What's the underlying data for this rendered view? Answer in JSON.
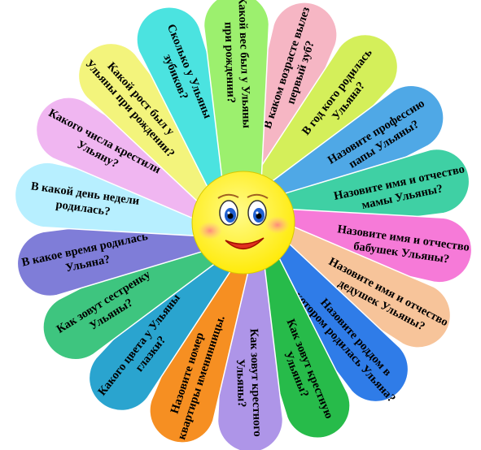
{
  "petals": [
    {
      "lines": [
        "В каком возрасте вылез",
        "первый зуб?"
      ],
      "color": "#f6b6c4"
    },
    {
      "lines": [
        "В год кого родилась",
        "Ульяна?"
      ],
      "color": "#d4ef5a"
    },
    {
      "lines": [
        "Назовите профессию",
        "папы Ульяны?"
      ],
      "color": "#4fa8e6"
    },
    {
      "lines": [
        "Назовите имя и отчество",
        "мамы Ульяны?"
      ],
      "color": "#3fd0a4"
    },
    {
      "lines": [
        "Назовите имя и отчество",
        "бабушек Ульяны?"
      ],
      "color": "#f67ad8"
    },
    {
      "lines": [
        "Назовите имя и отчество",
        "дедушек Ульяны?"
      ],
      "color": "#f7c49a"
    },
    {
      "lines": [
        "Назовите роддом в",
        "котором родилась Ульяна?"
      ],
      "color": "#2f7ce8"
    },
    {
      "lines": [
        "Как зовут крестную",
        "Ульяны?"
      ],
      "color": "#27bb4a"
    },
    {
      "lines": [
        "Как зовут крестного",
        "Ульяны?"
      ],
      "color": "#ae95e8"
    },
    {
      "lines": [
        "Назовите номер",
        "квартиры именинницы."
      ],
      "color": "#f68f22"
    },
    {
      "lines": [
        "Какого цвета у Ульяны",
        "глазки?"
      ],
      "color": "#2aa4cf"
    },
    {
      "lines": [
        "Как зовут сестренку",
        "Ульяны?"
      ],
      "color": "#3ec57f"
    },
    {
      "lines": [
        "В какое время родилась",
        "Ульяна?"
      ],
      "color": "#7f7dd8"
    },
    {
      "lines": [
        "В какой день недели",
        "родилась?"
      ],
      "color": "#b7efff"
    },
    {
      "lines": [
        "Какого числа крестили",
        "Ульяну?"
      ],
      "color": "#f0b6f1"
    },
    {
      "lines": [
        "Какой рост был у",
        "Ульяны при рождении?"
      ],
      "color": "#f3f47c"
    },
    {
      "lines": [
        "Сколько у Ульяны",
        "зубиков?"
      ],
      "color": "#4be3e0"
    },
    {
      "lines": [
        "Какой вес был у Ульяны",
        "при рождении?"
      ],
      "color": "#9cf06e"
    }
  ],
  "center": {
    "color": "#fff22e"
  }
}
